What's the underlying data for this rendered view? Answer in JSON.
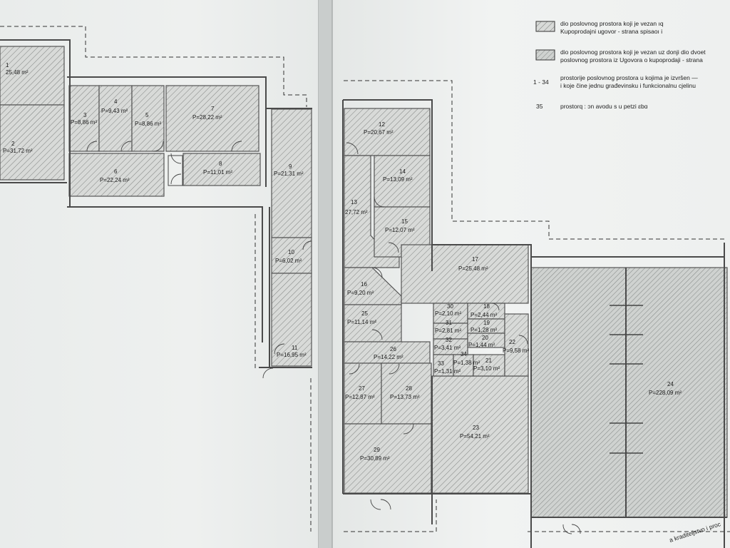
{
  "legend": {
    "items": [
      {
        "key": "hatched-box-1",
        "lines": [
          "dio poslovnog prostora koji je vezan ıq",
          "Kupoprodajni ugovor - strana spisaoı i"
        ]
      },
      {
        "key": "hatched-box-2",
        "lines": [
          "dio poslovnog prostora koji je vezan uz donji dio dvoet",
          "poslovnog prostora iz Ugovora o kupoprodaji - strana"
        ]
      },
      {
        "key": "1 - 34",
        "lines": [
          "prostorije poslovnog prostora u kojima je izvršen —",
          "i koje čine jednu građevinsku i funkcionalnu cjelinu"
        ]
      },
      {
        "key": "35",
        "lines": [
          "prostorq :  ɔn    avodu s             u petzi ɛbɑ"
        ]
      }
    ]
  },
  "rooms": [
    {
      "num": "1",
      "area": "25,48 m²"
    },
    {
      "num": "2",
      "area": "P=31,72 m²"
    },
    {
      "num": "3",
      "area": "P=8,86 m²"
    },
    {
      "num": "4",
      "area": "P=9,43 m²"
    },
    {
      "num": "5",
      "area": "P=8,86 m²"
    },
    {
      "num": "6",
      "area": "P=22,24 m²"
    },
    {
      "num": "7",
      "area": "P=28,22 m²"
    },
    {
      "num": "8",
      "area": "P=11,01 m²"
    },
    {
      "num": "9",
      "area": "P=21,31 m²"
    },
    {
      "num": "10",
      "area": "P=6,02 m²"
    },
    {
      "num": "11",
      "area": "P=16,95 m²"
    },
    {
      "num": "12",
      "area": "P=20,67 m²"
    },
    {
      "num": "13",
      "area": "27,72 m²"
    },
    {
      "num": "14",
      "area": "P=13,09 m²"
    },
    {
      "num": "15",
      "area": "P=12,07 m²"
    },
    {
      "num": "16",
      "area": "P=9,20 m²"
    },
    {
      "num": "17",
      "area": "P=25,48 m²"
    },
    {
      "num": "18",
      "area": "P=2,44 m²"
    },
    {
      "num": "19",
      "area": "P=1,28 m²"
    },
    {
      "num": "20",
      "area": "P=1,44 m²"
    },
    {
      "num": "21",
      "area": "P=3,10 m²"
    },
    {
      "num": "22",
      "area": "P=9,58 m²"
    },
    {
      "num": "23",
      "area": "P=54,21 m²"
    },
    {
      "num": "24",
      "area": "P=228,09 m²"
    },
    {
      "num": "25",
      "area": "P=11,14 m²"
    },
    {
      "num": "26",
      "area": "P=14,22 m²"
    },
    {
      "num": "27",
      "area": "P=12,87 m²"
    },
    {
      "num": "28",
      "area": "P=13,73 m²"
    },
    {
      "num": "29",
      "area": "P=30,89 m²"
    },
    {
      "num": "30",
      "area": "P=2,10 m²"
    },
    {
      "num": "31",
      "area": "P=2,81 m²"
    },
    {
      "num": "32",
      "area": "P=3,41 m²"
    },
    {
      "num": "33",
      "area": "P=1,31 m²"
    },
    {
      "num": "34",
      "area": "P=1,38 m²"
    }
  ],
  "stamp": {
    "text": "a kraditeljstvo i proc"
  },
  "colors": {
    "paper": "#eef0ef",
    "hatch_fill": "#d6d8d6",
    "hatch_line": "#7a7d7b",
    "heavy_hatch_line": "#8f9391",
    "wall": "#555555"
  }
}
